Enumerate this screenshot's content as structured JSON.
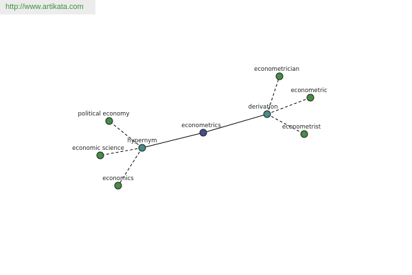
{
  "source_url": "http://www.artikata.com",
  "colors": {
    "center_node": "#4a4a8c",
    "relation_node": "#4a8a8a",
    "leaf_node": "#4a8a4a",
    "url_text": "#3f8f3f"
  },
  "graph": {
    "nodes": [
      {
        "id": "econometrics",
        "label": "econometrics",
        "kind": "center"
      },
      {
        "id": "hypernym",
        "label": "hypernym",
        "kind": "relation"
      },
      {
        "id": "derivation",
        "label": "derivation",
        "kind": "relation"
      },
      {
        "id": "political-economy",
        "label": "political economy",
        "kind": "leaf"
      },
      {
        "id": "economic-science",
        "label": "economic science",
        "kind": "leaf"
      },
      {
        "id": "economics",
        "label": "economics",
        "kind": "leaf"
      },
      {
        "id": "econometrician",
        "label": "econometrician",
        "kind": "leaf"
      },
      {
        "id": "econometric",
        "label": "econometric",
        "kind": "leaf"
      },
      {
        "id": "econometrist",
        "label": "econometrist",
        "kind": "leaf"
      }
    ],
    "edges": [
      {
        "from": "econometrics",
        "to": "hypernym",
        "style": "solid"
      },
      {
        "from": "econometrics",
        "to": "derivation",
        "style": "solid"
      },
      {
        "from": "hypernym",
        "to": "political-economy",
        "style": "dashed"
      },
      {
        "from": "hypernym",
        "to": "economic-science",
        "style": "dashed"
      },
      {
        "from": "hypernym",
        "to": "economics",
        "style": "dashed"
      },
      {
        "from": "derivation",
        "to": "econometrician",
        "style": "dashed"
      },
      {
        "from": "derivation",
        "to": "econometric",
        "style": "dashed"
      },
      {
        "from": "derivation",
        "to": "econometrist",
        "style": "dashed"
      }
    ]
  }
}
